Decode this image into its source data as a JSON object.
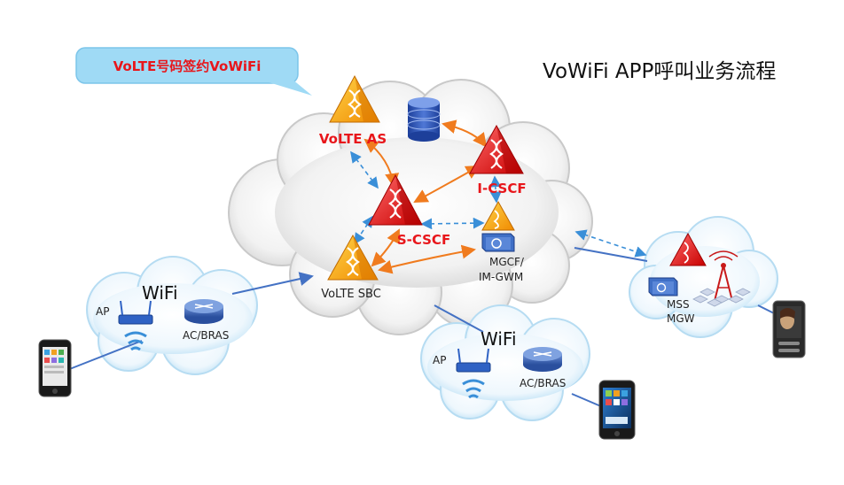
{
  "title": "VoWiFi APP呼叫业务流程",
  "callout": "VoLTE号码签约VoWiFi",
  "nodes": {
    "volte_as": "VoLTE AS",
    "i_cscf": "I-CSCF",
    "s_cscf": "S-CSCF",
    "volte_sbc": "VoLTE  SBC",
    "mgcf_line1": "MGCF/",
    "mgcf_line2": "IM-GWM",
    "mss": "MSS",
    "mgw": "MGW"
  },
  "access_left": {
    "wifi": "WiFi",
    "ap": "AP",
    "router": "AC/BRAS"
  },
  "access_right": {
    "wifi": "WiFi",
    "ap": "AP",
    "router": "AC/BRAS"
  },
  "colors": {
    "label_red": "#e8161b",
    "solid_link": "#4472c4",
    "dashed_link": "#3a8fd8",
    "signal_link": "#f07b1e",
    "callout_bg": "#9fdaf5"
  },
  "icons": [
    "ims-node-pyramid-icon",
    "database-icon",
    "gateway-box-icon",
    "router-icon",
    "wifi-ap-icon",
    "cell-tower-icon",
    "smartphone-icon"
  ]
}
